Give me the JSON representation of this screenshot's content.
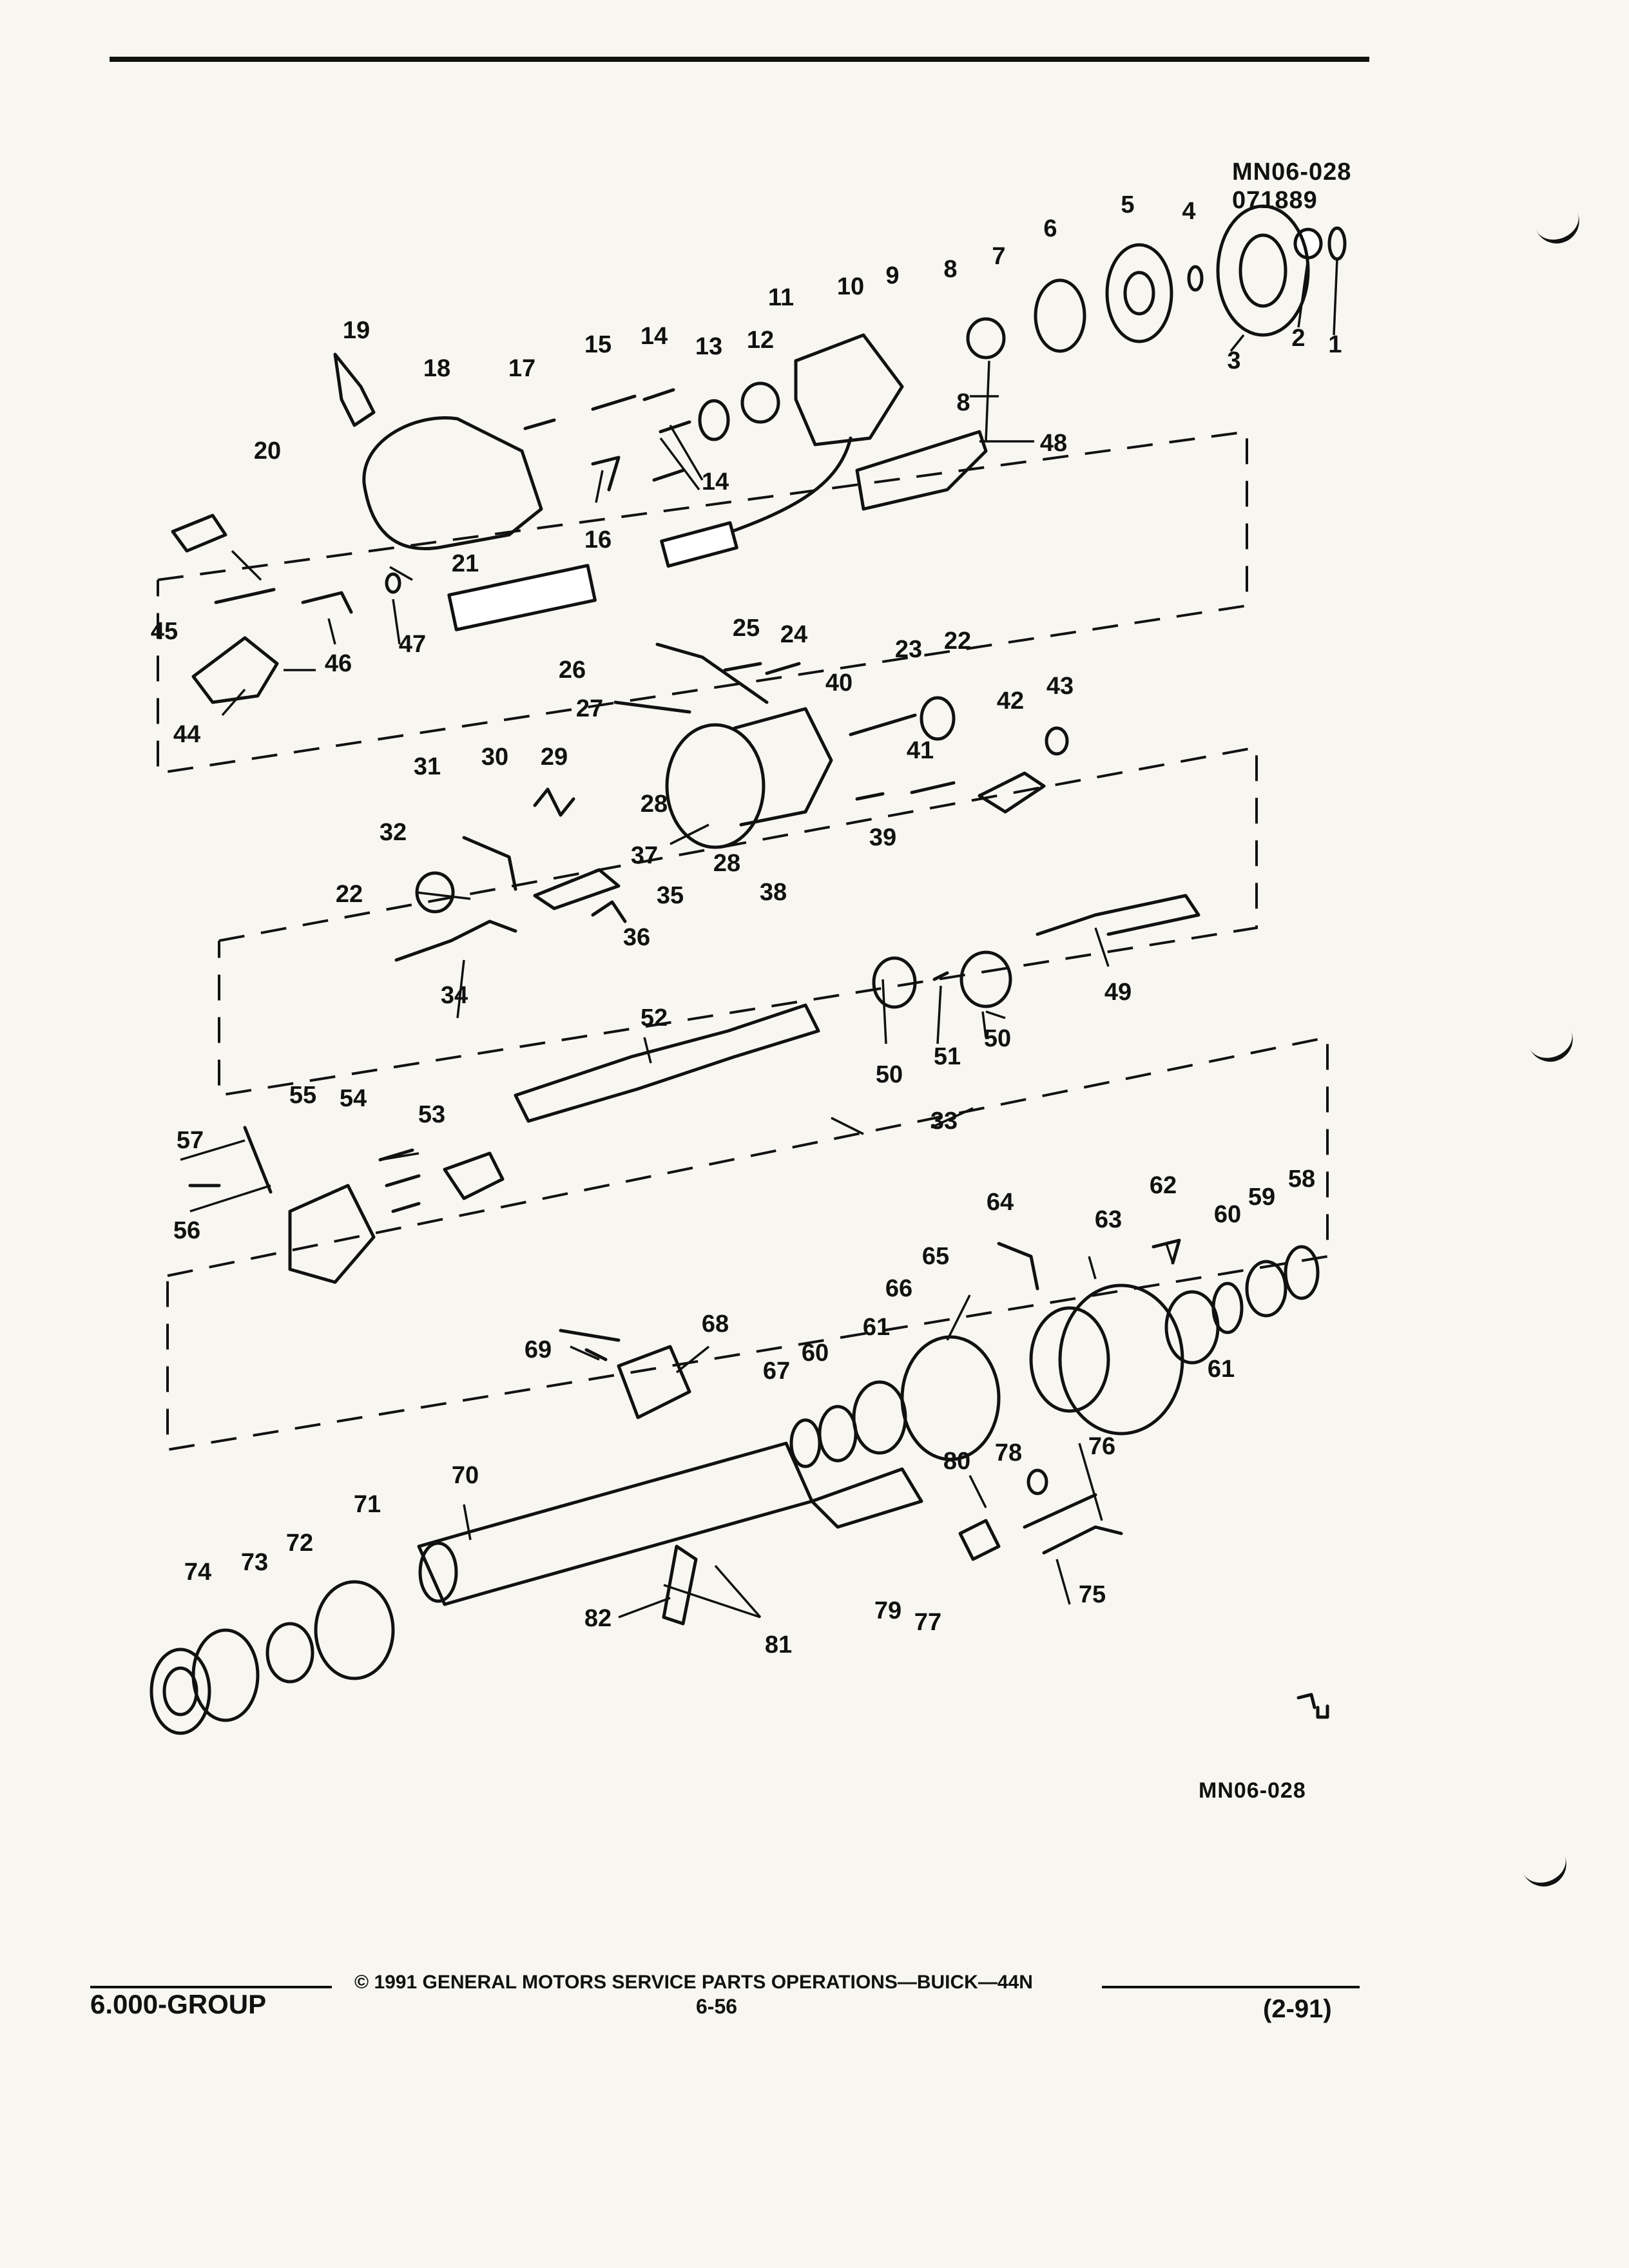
{
  "header": {
    "drawing_code": "MN06-028",
    "date_code": "071889"
  },
  "diagram": {
    "callouts": [
      "1",
      "2",
      "3",
      "4",
      "5",
      "6",
      "7",
      "8",
      "8",
      "9",
      "10",
      "11",
      "12",
      "13",
      "14",
      "14",
      "15",
      "16",
      "17",
      "18",
      "19",
      "20",
      "21",
      "22",
      "22",
      "23",
      "24",
      "25",
      "26",
      "27",
      "28",
      "28",
      "29",
      "30",
      "31",
      "32",
      "33",
      "34",
      "35",
      "36",
      "37",
      "38",
      "39",
      "40",
      "41",
      "42",
      "43",
      "44",
      "45",
      "46",
      "47",
      "48",
      "49",
      "50",
      "50",
      "51",
      "52",
      "53",
      "54",
      "55",
      "56",
      "57",
      "58",
      "59",
      "60",
      "60",
      "61",
      "61",
      "62",
      "63",
      "64",
      "65",
      "66",
      "67",
      "68",
      "69",
      "70",
      "71",
      "72",
      "73",
      "74",
      "75",
      "76",
      "77",
      "78",
      "79",
      "80",
      "81",
      "82"
    ],
    "bottom_code": "MN06-028"
  },
  "footer": {
    "group": "6.000-GROUP",
    "copyright": "© 1991 GENERAL MOTORS SERVICE PARTS OPERATIONS—BUICK—44N",
    "page": "6-56",
    "revision": "(2-91)"
  }
}
